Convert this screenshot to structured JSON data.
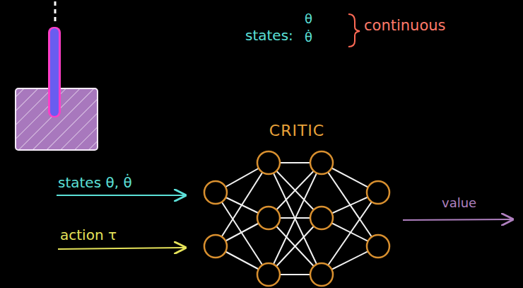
{
  "diagram": {
    "nodes": [
      {
        "text": [
          "CRITIC"
        ]
      }
    ],
    "labels": [
      "states:",
      "θ",
      "θ̇",
      "continuous",
      "states θ, θ̇",
      "action τ",
      "value"
    ]
  }
}
